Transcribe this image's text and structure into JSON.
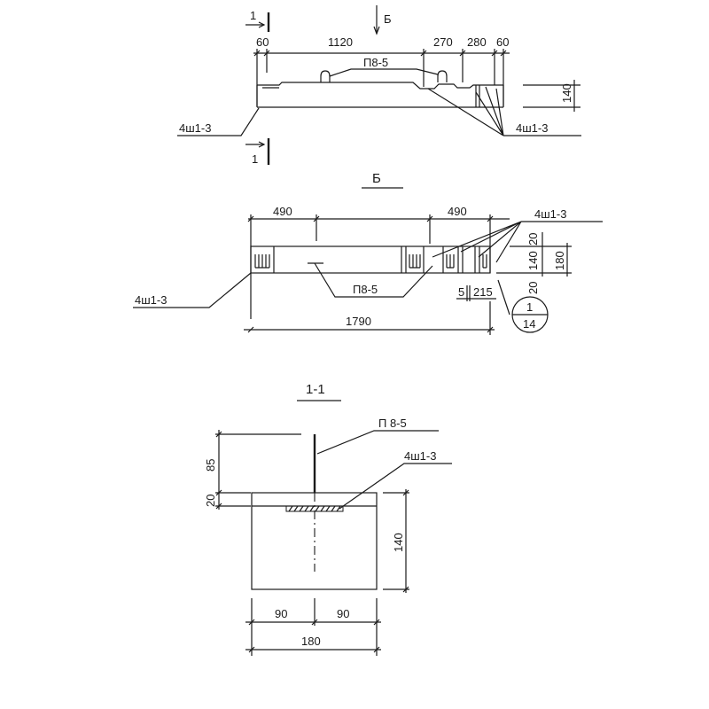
{
  "elevation": {
    "section_mark_top": "1",
    "section_mark_bottom": "1",
    "view_arrow_label": "Б",
    "dims_top": [
      "60",
      "1120",
      "270",
      "280",
      "60"
    ],
    "height_dim": "140",
    "loop_label": "П8-5",
    "mesh_label_left": "4ш1-3",
    "mesh_label_right": "4ш1-3"
  },
  "plan": {
    "title": "Б",
    "dims_top": [
      "490",
      "490"
    ],
    "loop_label": "П8-5",
    "mesh_label_left": "4ш1-3",
    "mesh_label_right": "4ш1-3",
    "dim_20_top": "20",
    "dim_140": "140",
    "dim_180": "180",
    "dim_5": "5",
    "dim_215": "215",
    "dim_20_bottom": "20",
    "total_length": "1790",
    "callout_top": "1",
    "callout_bottom": "14"
  },
  "section": {
    "title": "1-1",
    "loop_label": "П 8-5",
    "mesh_label": "4ш1-3",
    "dim_85": "85",
    "dim_20": "20",
    "dim_140": "140",
    "dim_half_left": "90",
    "dim_half_right": "90",
    "dim_width": "180"
  }
}
